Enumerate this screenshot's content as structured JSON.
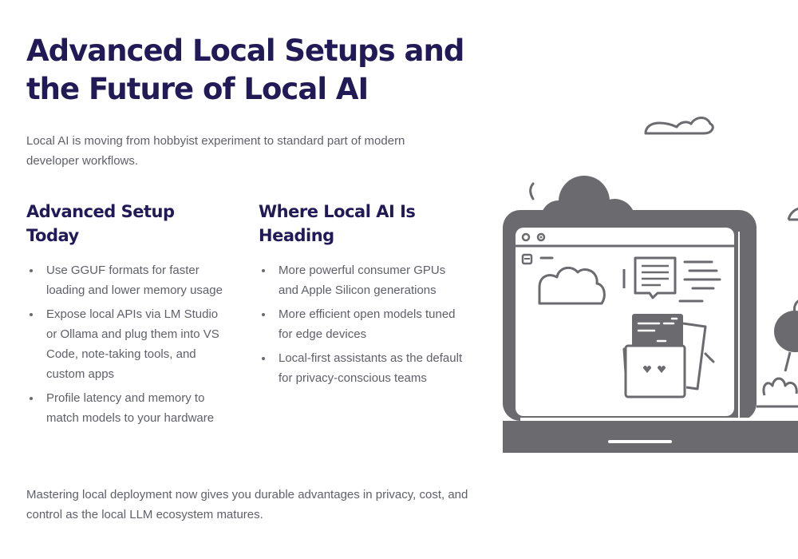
{
  "page": {
    "title": "Advanced Local Setups and the Future of Local AI",
    "lead": "Local AI is moving from hobbyist experiment to standard part of modern developer workflows.",
    "closing": "Mastering local deployment now gives you durable advantages in privacy, cost, and control as the local LLM ecosystem matures."
  },
  "sections": {
    "left": {
      "heading": "Advanced Setup Today",
      "items": [
        "Use GGUF formats for faster loading and lower memory usage",
        "Expose local APIs via LM Studio or Ollama and plug them into VS Code, note-taking tools, and custom apps",
        "Profile latency and memory to match models to your hardware"
      ]
    },
    "right": {
      "heading": "Where Local AI Is Heading",
      "items": [
        "More powerful consumer GPUs and Apple Silicon generations",
        "More efficient open models tuned for edge devices",
        "Local-first assistants as the default for privacy-conscious teams"
      ]
    }
  },
  "colors": {
    "heading": "#211a57",
    "body_text": "#5f6068",
    "illustration": "#6b6b6f"
  },
  "illustration": {
    "icons": [
      "cloud-icon",
      "laptop-icon",
      "browser-window-icon",
      "document-icon",
      "file-box-icon",
      "plant-icon"
    ]
  }
}
